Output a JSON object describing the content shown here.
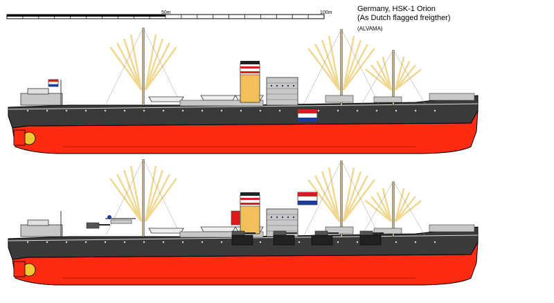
{
  "caption": {
    "line1": "Germany, HSK-1 Orion",
    "line2": "(As Dutch flagged freigther)",
    "credit": "(ALVAMA)"
  },
  "scale_bar": {
    "label_mid": "50m",
    "label_end": "100m"
  },
  "profiles": [
    {
      "id": "top",
      "variant": "disguised freighter"
    },
    {
      "id": "bottom",
      "variant": "raider with armament and seaplane"
    }
  ],
  "colors": {
    "hull_red": "#ff2a12",
    "hull_black": "#3a3a3a",
    "superstructure": "#c8c8c8",
    "mast": "#f0d890",
    "funnel": "#f2c05a",
    "dutch_red": "#d81e1e",
    "dutch_blue": "#1e3c9c",
    "german_red": "#e01818"
  }
}
